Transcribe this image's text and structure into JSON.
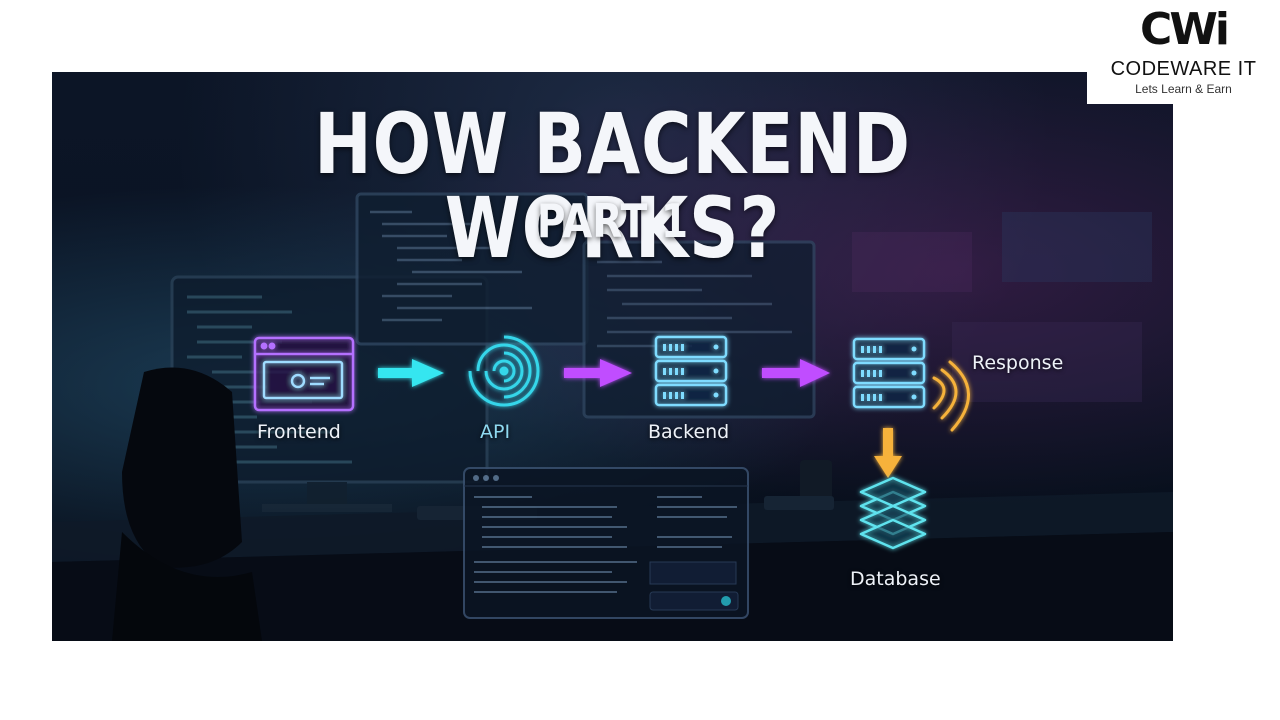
{
  "banner": {
    "title": "HOW BACKEND WORKS?",
    "subtitle": "PART 1"
  },
  "flow": {
    "nodes": [
      {
        "id": "frontend",
        "label": "Frontend",
        "icon": "browser-window-icon"
      },
      {
        "id": "api",
        "label": "API",
        "icon": "fingerprint-spiral-icon"
      },
      {
        "id": "backend",
        "label": "Backend",
        "icon": "server-stack-icon"
      },
      {
        "id": "server",
        "label": "",
        "icon": "server-stack-icon"
      },
      {
        "id": "database",
        "label": "Database",
        "icon": "database-layers-icon"
      }
    ],
    "response_label": "Response"
  },
  "logo": {
    "mark": "CWi",
    "name": "CODEWARE IT",
    "tagline": "Lets Learn & Earn"
  },
  "colors": {
    "cyan": "#35e6f0",
    "magenta": "#c04dff",
    "orange": "#f6b23a",
    "frontend_border": "#b470ff",
    "server": "#7fdcff"
  }
}
